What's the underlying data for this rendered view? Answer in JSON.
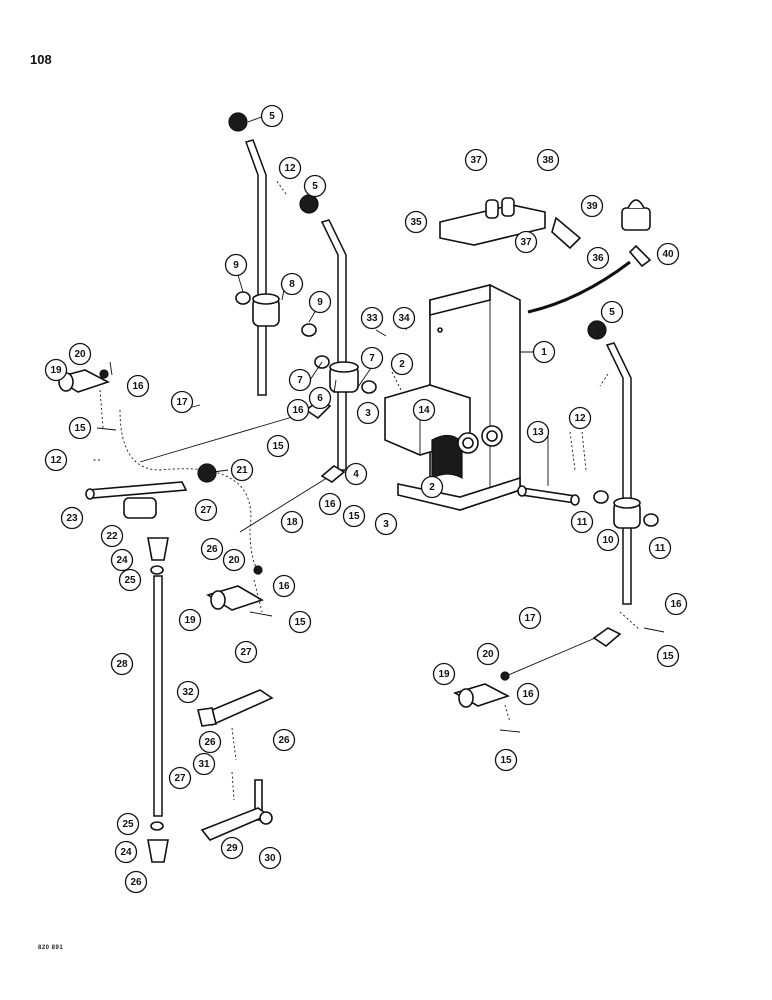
{
  "page": {
    "number": "108",
    "footer_code": "820 891"
  },
  "diagram": {
    "callouts": [
      {
        "id": "c5a",
        "label": "5"
      },
      {
        "id": "c5b",
        "label": "5"
      },
      {
        "id": "c5c",
        "label": "5"
      },
      {
        "id": "c12a",
        "label": "12"
      },
      {
        "id": "c12b",
        "label": "12"
      },
      {
        "id": "c12c",
        "label": "12"
      },
      {
        "id": "c9a",
        "label": "9"
      },
      {
        "id": "c9b",
        "label": "9"
      },
      {
        "id": "c8",
        "label": "8"
      },
      {
        "id": "c33",
        "label": "33"
      },
      {
        "id": "c34",
        "label": "34"
      },
      {
        "id": "c1",
        "label": "1"
      },
      {
        "id": "c7a",
        "label": "7"
      },
      {
        "id": "c7b",
        "label": "7"
      },
      {
        "id": "c2a",
        "label": "2"
      },
      {
        "id": "c2b",
        "label": "2"
      },
      {
        "id": "c6",
        "label": "6"
      },
      {
        "id": "c3a",
        "label": "3"
      },
      {
        "id": "c3b",
        "label": "3"
      },
      {
        "id": "c4",
        "label": "4"
      },
      {
        "id": "c14",
        "label": "14"
      },
      {
        "id": "c13",
        "label": "13"
      },
      {
        "id": "c20a",
        "label": "20"
      },
      {
        "id": "c20b",
        "label": "20"
      },
      {
        "id": "c20c",
        "label": "20"
      },
      {
        "id": "c19a",
        "label": "19"
      },
      {
        "id": "c19b",
        "label": "19"
      },
      {
        "id": "c19c",
        "label": "19"
      },
      {
        "id": "c16a",
        "label": "16"
      },
      {
        "id": "c16b",
        "label": "16"
      },
      {
        "id": "c16c",
        "label": "16"
      },
      {
        "id": "c16d",
        "label": "16"
      },
      {
        "id": "c16e",
        "label": "16"
      },
      {
        "id": "c16f",
        "label": "16"
      },
      {
        "id": "c17a",
        "label": "17"
      },
      {
        "id": "c17b",
        "label": "17"
      },
      {
        "id": "c15a",
        "label": "15"
      },
      {
        "id": "c15b",
        "label": "15"
      },
      {
        "id": "c15c",
        "label": "15"
      },
      {
        "id": "c15d",
        "label": "15"
      },
      {
        "id": "c15e",
        "label": "15"
      },
      {
        "id": "c15f",
        "label": "15"
      },
      {
        "id": "c21",
        "label": "21"
      },
      {
        "id": "c18",
        "label": "18"
      },
      {
        "id": "c23",
        "label": "23"
      },
      {
        "id": "c22",
        "label": "22"
      },
      {
        "id": "c24a",
        "label": "24"
      },
      {
        "id": "c24b",
        "label": "24"
      },
      {
        "id": "c25a",
        "label": "25"
      },
      {
        "id": "c25b",
        "label": "25"
      },
      {
        "id": "c26a",
        "label": "26"
      },
      {
        "id": "c26b",
        "label": "26"
      },
      {
        "id": "c26c",
        "label": "26"
      },
      {
        "id": "c26d",
        "label": "26"
      },
      {
        "id": "c27a",
        "label": "27"
      },
      {
        "id": "c27b",
        "label": "27"
      },
      {
        "id": "c27c",
        "label": "27"
      },
      {
        "id": "c28",
        "label": "28"
      },
      {
        "id": "c29",
        "label": "29"
      },
      {
        "id": "c30",
        "label": "30"
      },
      {
        "id": "c31",
        "label": "31"
      },
      {
        "id": "c32",
        "label": "32"
      },
      {
        "id": "c10",
        "label": "10"
      },
      {
        "id": "c11a",
        "label": "11"
      },
      {
        "id": "c11b",
        "label": "11"
      },
      {
        "id": "c35",
        "label": "35"
      },
      {
        "id": "c36",
        "label": "36"
      },
      {
        "id": "c37a",
        "label": "37"
      },
      {
        "id": "c37b",
        "label": "37"
      },
      {
        "id": "c38",
        "label": "38"
      },
      {
        "id": "c39",
        "label": "39"
      },
      {
        "id": "c40",
        "label": "40"
      }
    ]
  }
}
